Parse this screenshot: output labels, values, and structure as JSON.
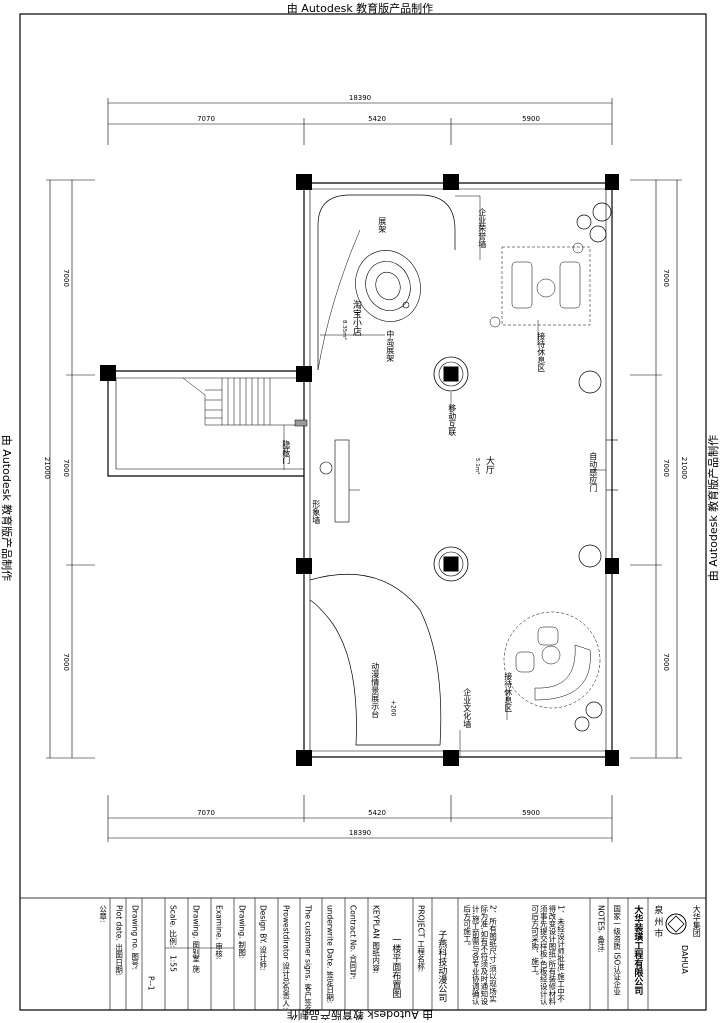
{
  "watermark": "由 Autodesk 教育版产品制作",
  "dims": {
    "total_h": "18390",
    "seg_h": [
      "7070",
      "5420",
      "5900"
    ],
    "total_v": "21000",
    "seg_v": [
      "7000",
      "7000",
      "7000"
    ]
  },
  "labels": {
    "zhanjia": "展架",
    "qiye_rongyu": "企业荣誉墙",
    "taobao": "淘宝小店",
    "taobao_area": "8.35m²",
    "zhongdao": "中岛展架",
    "jiedai_top": "接待休息区",
    "yidong": "移动互联",
    "dating": "大厅",
    "dating_area": "5.1m²",
    "zidong_men": "自动感应门",
    "yinbi_men": "隐蔽门",
    "xingxiang": "形象墙",
    "dongman": "动漫情景展示台",
    "dongman_h": "+200",
    "jiedai_bottom": "接待休息区",
    "qiye_wenhua": "企业文化墙"
  },
  "titleblock": {
    "company_cn": "大华装璜工程有限公司",
    "company_sub": "国家一级资质  ISO认证企业",
    "city": "泉 州 市",
    "logo_cn": "大华集团",
    "logo_en": "DAHUA",
    "notes_title": "NOTES. 备注:",
    "notes_1": "1、未经设计师批准,施工中不得改变设计图纸,所有装修材料须事先提交样板,色板经设计认可后方可采购、施工。",
    "notes_2": "2、所有图纸尺寸,须以现场实际为准,如有不符须及时通知设计,施工前需与各专业协调确认后方可施工。",
    "project_label": "PROJECT 工程名称:",
    "project_name": "子燕科技动漫公司",
    "keyplan_label": "KEYPLAN 图纸内容:",
    "keyplan_name": "一楼平面布置图",
    "contract_label": "Contract No. 合同号:",
    "date_label": "underwrite Date. 签定日期:",
    "customer_label": "The customer signs. 客户签名:",
    "pm_label": "Prowestdirator 设计总负责人:",
    "design_label": "Design BY. 设计师:",
    "draw_label": "Drawing. 制图:",
    "exam_label": "Examine. 审核:",
    "dwgno_label": "Drawing no. 图号:",
    "dwgno_value": "P--1",
    "scale_label": "Scale. 比例:",
    "scale_value": "1:55",
    "drawer_label": "Drawing. 图别:",
    "drawer_value": "室 施",
    "plotdate_label": "Plot date. 出图日期:",
    "seal_label": "公章:"
  }
}
